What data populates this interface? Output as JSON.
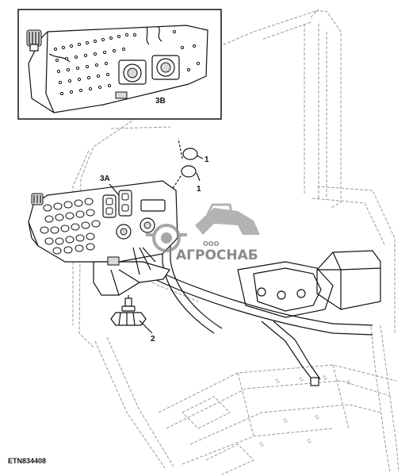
{
  "figure_code": "ETN834408",
  "callouts": {
    "c1a": "1",
    "c1b": "1",
    "c2": "2",
    "c3a": "3A",
    "c3b": "3B"
  },
  "watermark": {
    "text": "АГРОСНАБ",
    "prefix": "ООО"
  }
}
